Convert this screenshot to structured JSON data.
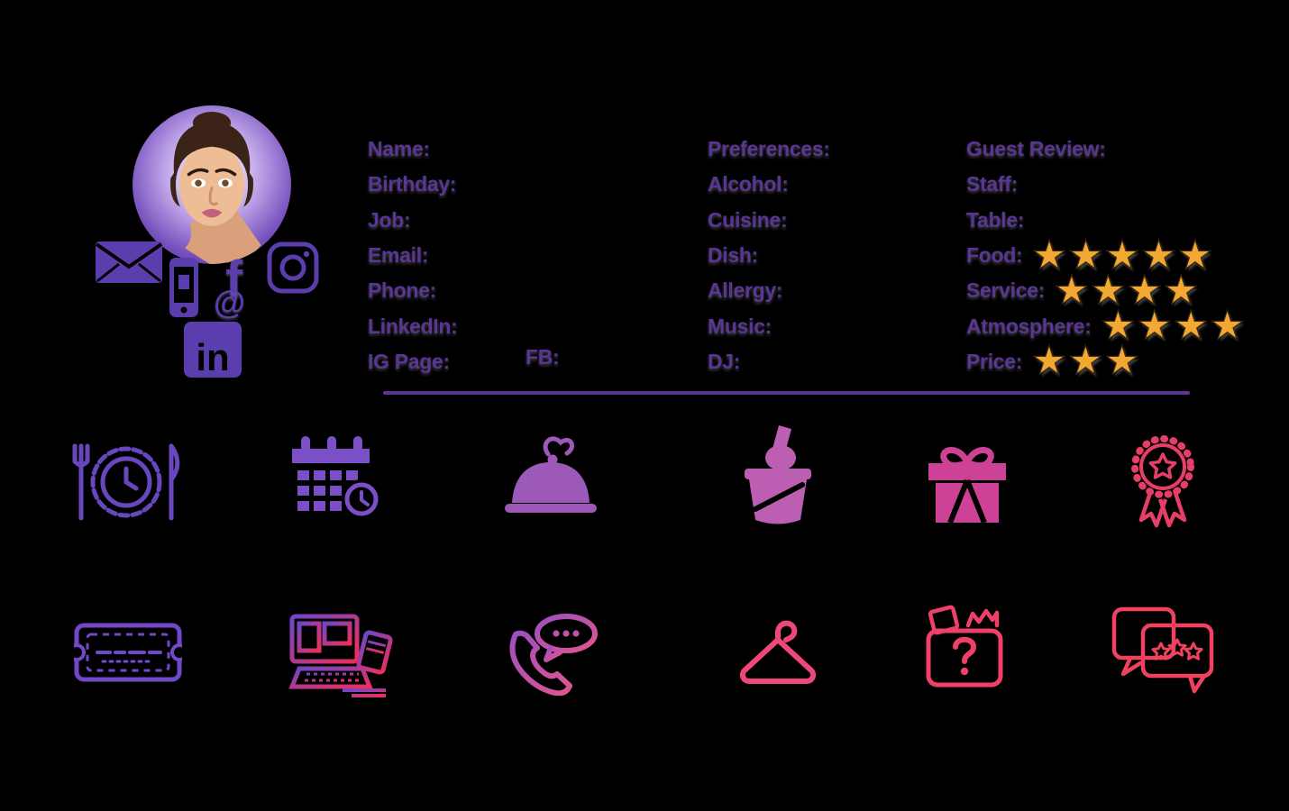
{
  "profile": {
    "contact_labels": [
      "Name:",
      "Birthday:",
      "Job:",
      "Email:",
      "Phone:",
      "LinkedIn:",
      "IG Page:"
    ],
    "fb_label": "FB:",
    "social": {
      "icons": [
        "email",
        "smartphone",
        "facebook",
        "at-sign",
        "instagram",
        "linkedin"
      ],
      "glyphs": {
        "facebook": "f",
        "at": "@",
        "linkedin": "in"
      }
    }
  },
  "preferences_labels": [
    "Preferences:",
    "Alcohol:",
    "Cuisine:",
    "Dish:",
    "Allergy:",
    "Music:",
    "DJ:"
  ],
  "review": {
    "heading": "Guest Review:",
    "rows": [
      {
        "label": "Staff:",
        "stars": null
      },
      {
        "label": "Table:",
        "stars": null
      },
      {
        "label": "Food:",
        "stars": 5
      },
      {
        "label": "Service:",
        "stars": 4
      },
      {
        "label": "Atmosphere:",
        "stars": 4
      },
      {
        "label": "Price:",
        "stars": 3
      }
    ]
  },
  "icon_grid": {
    "row1": [
      "dining-plate-clock",
      "calendar-schedule",
      "food-cloche",
      "champagne-bucket",
      "gift-box",
      "award-rosette"
    ],
    "row2": [
      "discount-coupon",
      "payment-terminal",
      "phone-call-chat",
      "clothes-hanger",
      "mystery-box",
      "review-chat"
    ]
  },
  "colors": {
    "background": "#000000",
    "label_purple": "#5A3694",
    "divider_purple": "#5E3398",
    "star_gold": "#F4A834",
    "social_purple": "#5B3EAE",
    "icon_purple": "#6847BE",
    "icon_violet": "#7B50C6",
    "icon_mauve": "#9C59B8",
    "icon_orchid": "#BC5EB2",
    "icon_magenta": "#CD4197",
    "icon_pink": "#EE4779",
    "icon_red_pink": "#F0415F"
  }
}
